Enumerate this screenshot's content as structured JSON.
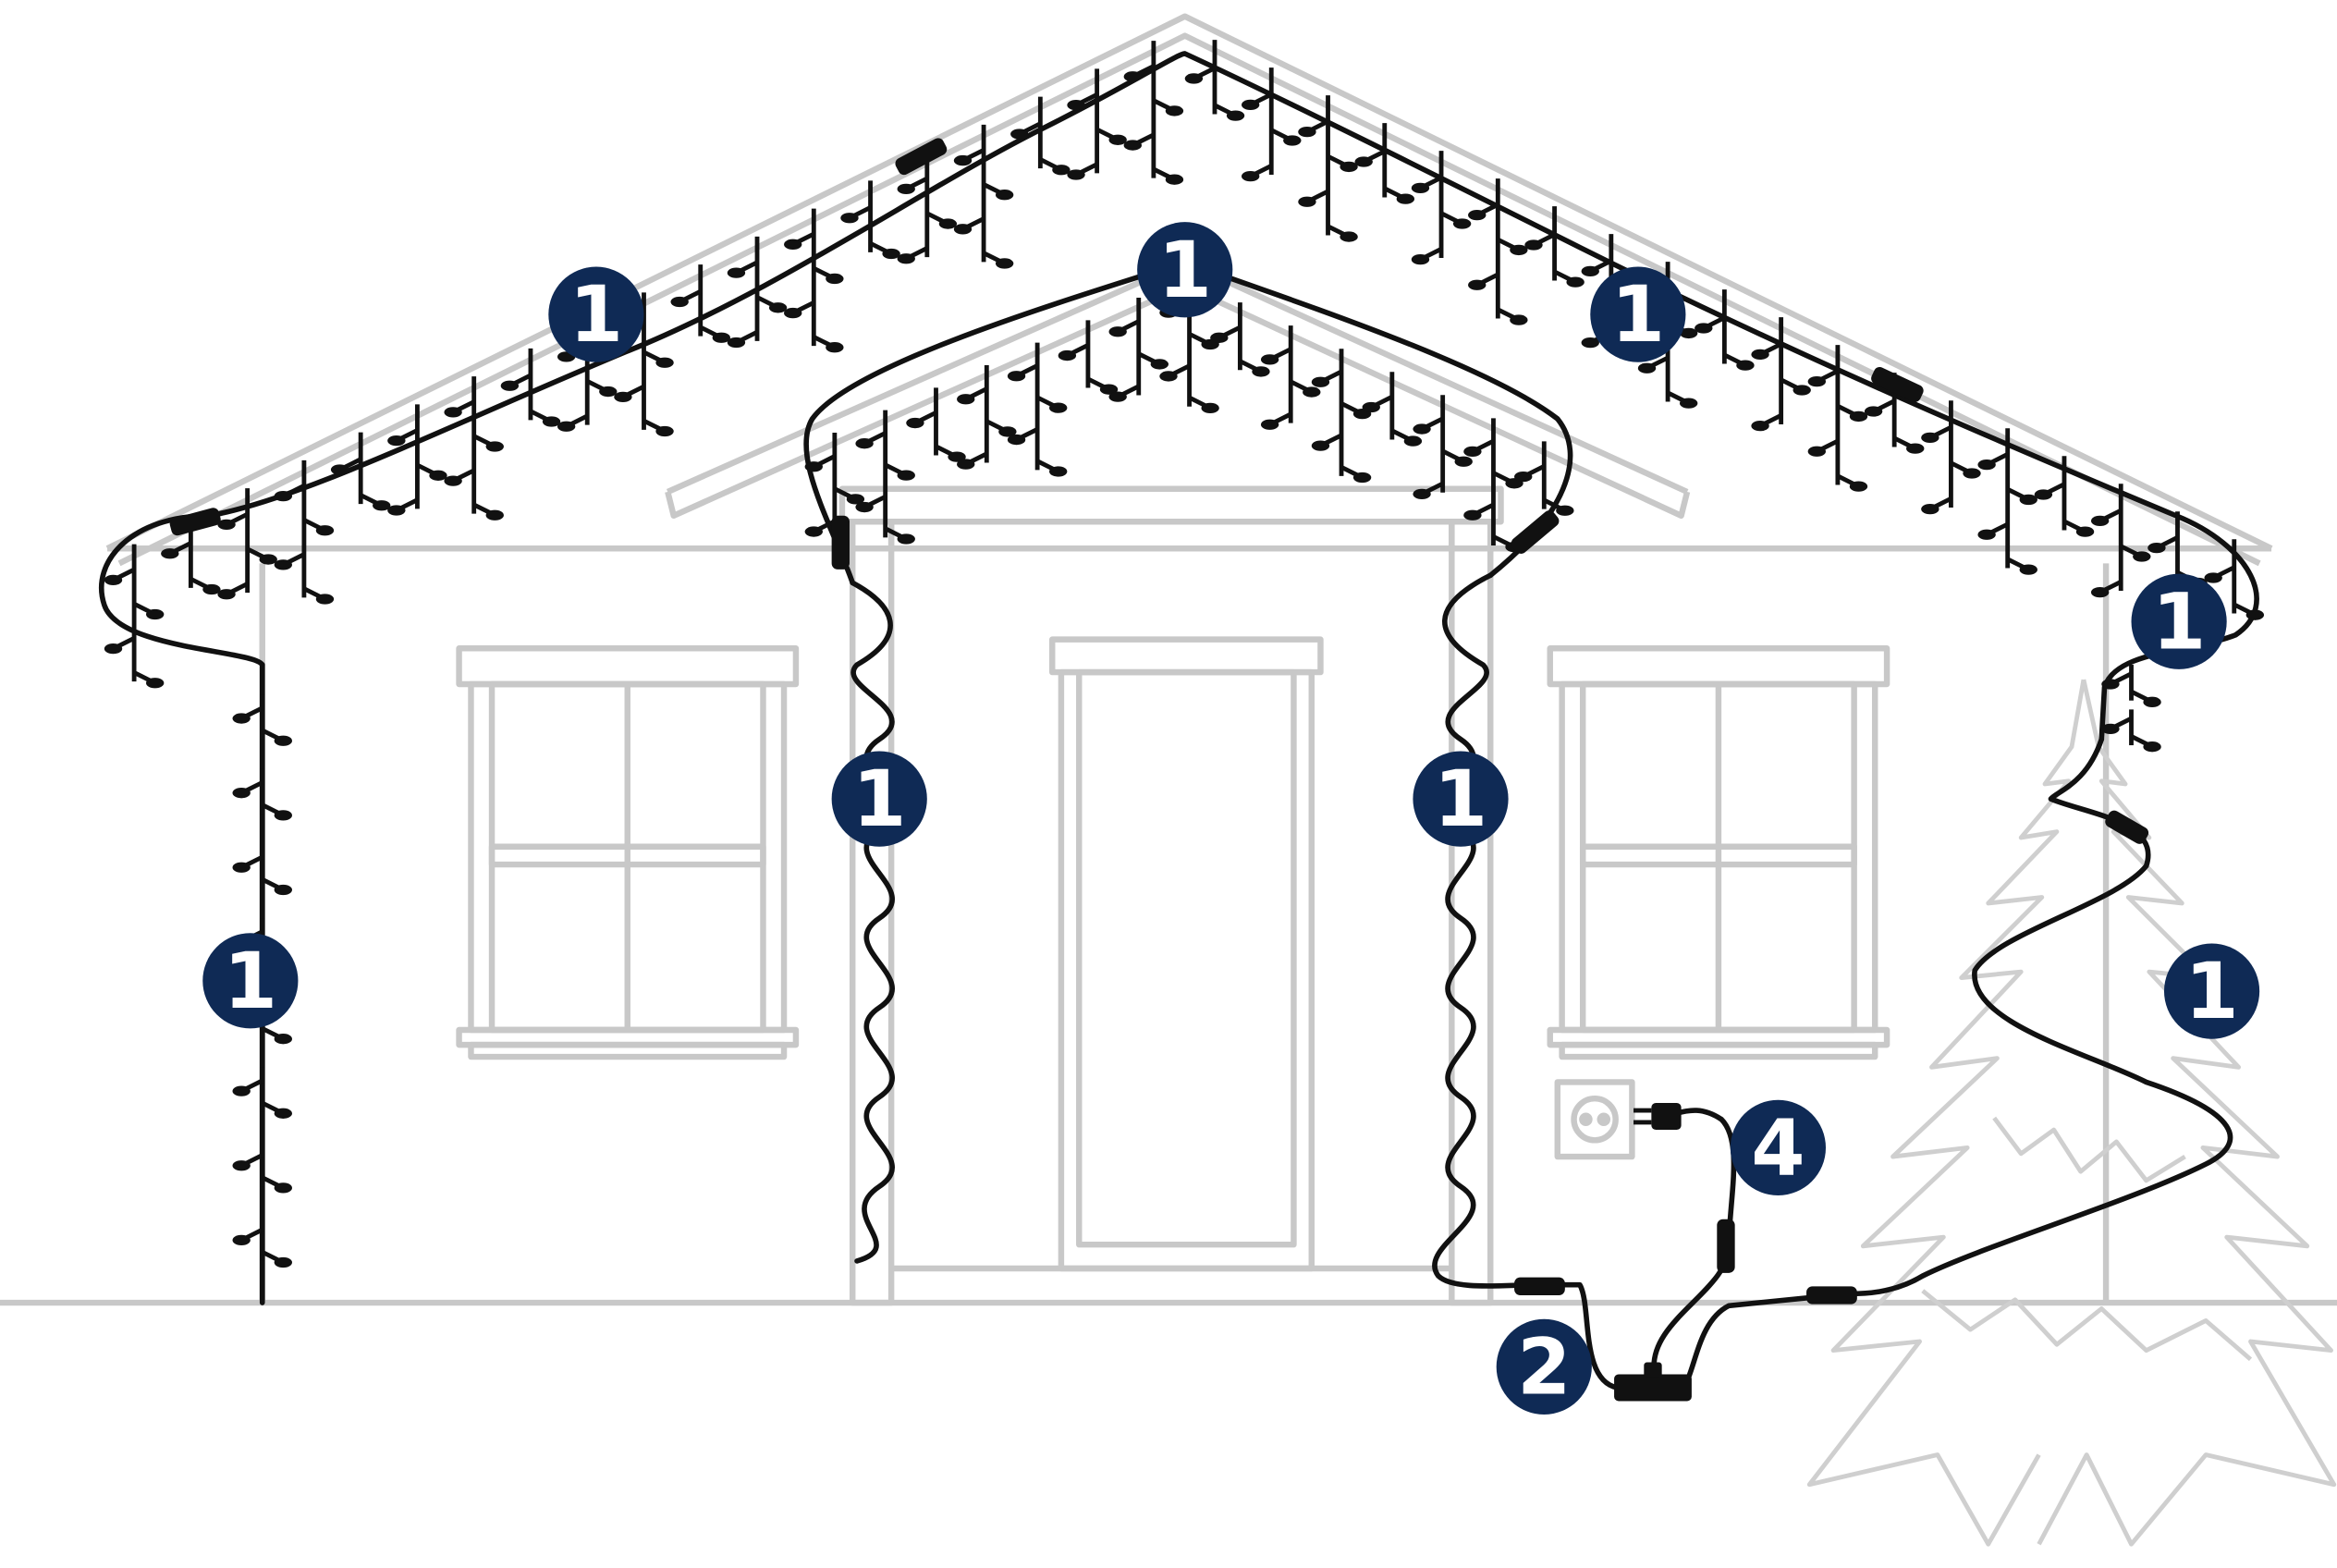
{
  "colors": {
    "badge": "#0f2a55",
    "badge_text": "#ffffff",
    "lights": "#111111",
    "outline": "#c8c8c8"
  },
  "badges": [
    {
      "id": "roof-left",
      "label": "1"
    },
    {
      "id": "gable-top",
      "label": "1"
    },
    {
      "id": "roof-right",
      "label": "1"
    },
    {
      "id": "right-eave",
      "label": "1"
    },
    {
      "id": "left-column",
      "label": "1"
    },
    {
      "id": "porch-left-post",
      "label": "1"
    },
    {
      "id": "porch-right-post",
      "label": "1"
    },
    {
      "id": "tree",
      "label": "1"
    },
    {
      "id": "power-adapter",
      "label": "4"
    },
    {
      "id": "splitter",
      "label": "2"
    }
  ],
  "icons": [
    "house-outline",
    "icicle-light-string",
    "power-outlet-icon",
    "power-plug-icon",
    "splitter-icon",
    "christmas-tree-outline"
  ]
}
